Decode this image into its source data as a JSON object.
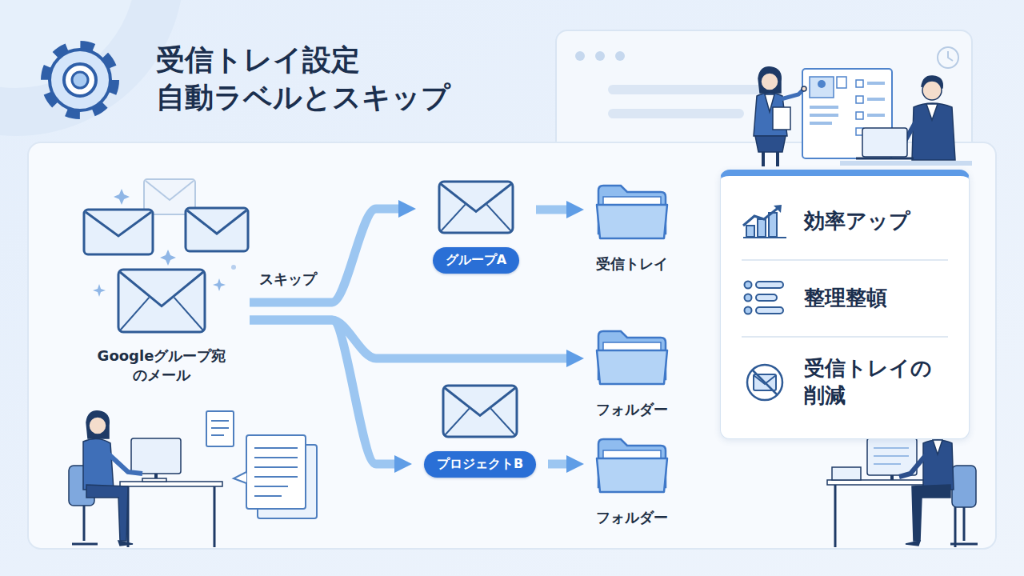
{
  "diagram": {
    "title": "受信トレイ設定 自動ラベルとスキップ",
    "nodes": [
      {
        "text": [
          "Googleグループ宛 のメール"
        ]
      },
      {
        "text": [
          "グループA"
        ]
      },
      {
        "text": [
          "受信トレイ"
        ]
      },
      {
        "text": [
          "フォルダー"
        ]
      },
      {
        "text": [
          "プロジェクトB"
        ]
      },
      {
        "text": [
          "フォルダー"
        ]
      },
      {
        "text": [
          "効率アップ",
          "整理整頓",
          "受信トレイの 削減"
        ]
      }
    ],
    "edges": [
      {
        "from": 0,
        "to": 1,
        "label": "スキップ",
        "arrow": "to"
      },
      {
        "from": 1,
        "to": 2,
        "arrow": "to"
      },
      {
        "from": 0,
        "to": 3,
        "arrow": "to"
      },
      {
        "from": 0,
        "to": 4,
        "arrow": "to"
      },
      {
        "from": 4,
        "to": 5,
        "arrow": "to"
      }
    ]
  }
}
